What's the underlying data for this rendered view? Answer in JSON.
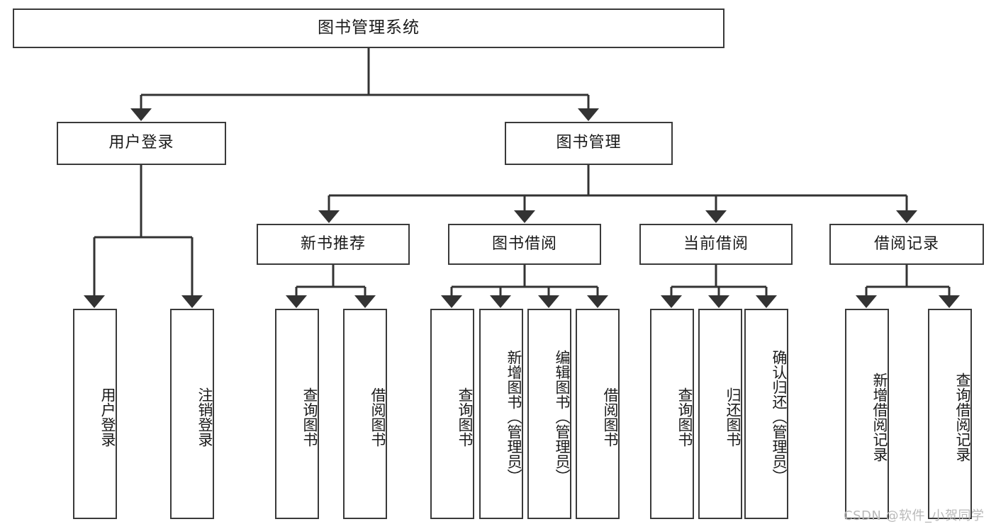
{
  "diagram": {
    "title": "图书管理系统",
    "type": "hierarchy-tree",
    "theme": {
      "border_color": "#3a3a3a",
      "background": "#ffffff",
      "text_color": "#1a1a1a",
      "watermark_color": "#b9b9b9"
    },
    "levels": {
      "root": {
        "label": "图书管理系统"
      },
      "level2": [
        {
          "label": "用户登录"
        },
        {
          "label": "图书管理"
        }
      ],
      "level3": [
        {
          "label": "新书推荐"
        },
        {
          "label": "图书借阅"
        },
        {
          "label": "当前借阅"
        },
        {
          "label": "借阅记录"
        }
      ],
      "leaves": [
        {
          "label": "用户登录",
          "parent": "用户登录"
        },
        {
          "label": "注销登录",
          "parent": "用户登录"
        },
        {
          "label": "查询图书",
          "parent": "新书推荐"
        },
        {
          "label": "借阅图书",
          "parent": "新书推荐"
        },
        {
          "label": "查询图书",
          "parent": "图书借阅"
        },
        {
          "label": "新增图书（管理员）",
          "parent": "图书借阅"
        },
        {
          "label": "编辑图书（管理员）",
          "parent": "图书借阅"
        },
        {
          "label": "借阅图书",
          "parent": "图书借阅"
        },
        {
          "label": "查询图书",
          "parent": "当前借阅"
        },
        {
          "label": "归还图书",
          "parent": "当前借阅"
        },
        {
          "label": "确认归还（管理员）",
          "parent": "当前借阅"
        },
        {
          "label": "新增借阅记录",
          "parent": "借阅记录"
        },
        {
          "label": "查询借阅记录",
          "parent": "借阅记录"
        }
      ]
    },
    "watermark": "CSDN @软件_小贺同学"
  }
}
